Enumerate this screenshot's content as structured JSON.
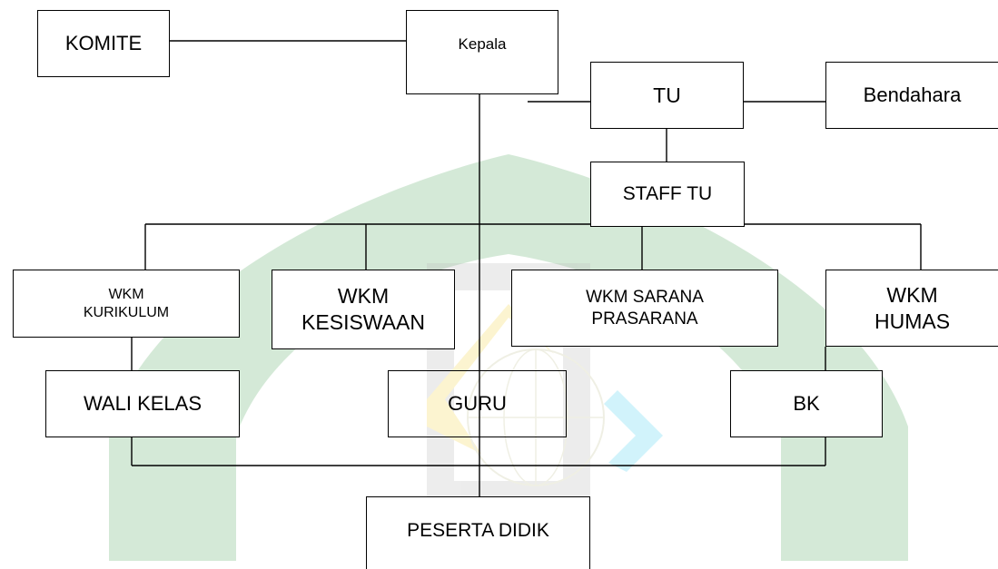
{
  "org_chart": {
    "nodes": {
      "komite": "KOMITE",
      "kepala": "Kepala",
      "tu": "TU",
      "bendahara": "Bendahara",
      "staff_tu": "STAFF TU",
      "wkm_kurikulum": "WKM\nKURIKULUM",
      "wkm_kesiswaan": "WKM\nKESISWAAN",
      "wkm_sarana": "WKM SARANA\nPRASARANA",
      "wkm_humas": "WKM\nHUMAS",
      "wali_kelas": "WALI KELAS",
      "guru": "GURU",
      "bk": "BK",
      "peserta_didik": "PESERTA DIDIK"
    }
  },
  "colors": {
    "watermark_green": "#3a9a48",
    "watermark_gray": "#bdbdbd",
    "watermark_yellow": "#f6d85a",
    "watermark_cyan": "#5cd6f2",
    "watermark_red": "#e56a6a"
  }
}
